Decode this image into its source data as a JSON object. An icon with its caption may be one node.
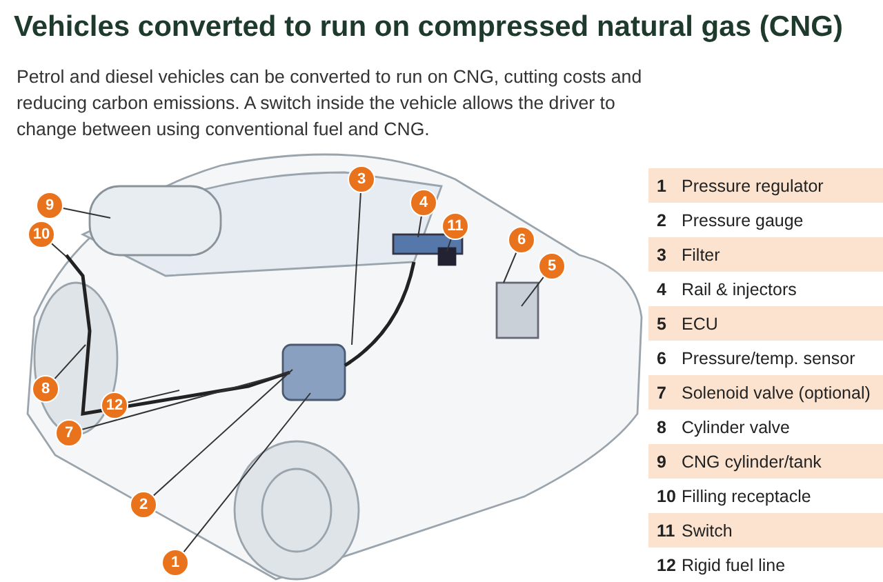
{
  "diagram": {
    "title": "Vehicles converted to run on compressed natural gas (CNG)",
    "nodes": [
      {
        "text": [
          "9"
        ]
      },
      {
        "text": [
          "10"
        ]
      },
      {
        "text": [
          "3"
        ]
      },
      {
        "text": [
          "4"
        ]
      },
      {
        "text": [
          "11"
        ]
      },
      {
        "text": [
          "6"
        ]
      },
      {
        "text": [
          "5"
        ]
      },
      {
        "text": [
          "8"
        ]
      },
      {
        "text": [
          "12"
        ]
      },
      {
        "text": [
          "7"
        ]
      },
      {
        "text": [
          "2"
        ]
      },
      {
        "text": [
          "1"
        ]
      }
    ],
    "edges": [
      {
        "from": 0,
        "to": null,
        "arrow": "none"
      },
      {
        "from": 1,
        "to": null,
        "arrow": "none"
      },
      {
        "from": 2,
        "to": null,
        "arrow": "none"
      },
      {
        "from": 3,
        "to": null,
        "arrow": "none"
      },
      {
        "from": 4,
        "to": null,
        "arrow": "none"
      },
      {
        "from": 5,
        "to": null,
        "arrow": "none"
      },
      {
        "from": 6,
        "to": null,
        "arrow": "none"
      },
      {
        "from": 7,
        "to": null,
        "arrow": "none"
      },
      {
        "from": 8,
        "to": null,
        "arrow": "none"
      },
      {
        "from": 9,
        "to": null,
        "arrow": "none"
      },
      {
        "from": 10,
        "to": null,
        "arrow": "none"
      },
      {
        "from": 11,
        "to": null,
        "arrow": "none"
      }
    ],
    "labels": [
      "Petrol and diesel vehicles can be converted to run on CNG, cutting costs and reducing carbon emissions. A switch inside the vehicle allows the driver to change between using conventional fuel and CNG.",
      "1",
      "Pressure regulator",
      "2",
      "Pressure gauge",
      "3",
      "Filter",
      "4",
      "Rail & injectors",
      "5",
      "ECU",
      "6",
      "Pressure/temp. sensor",
      "7",
      "Solenoid valve (optional)",
      "8",
      "Cylinder valve",
      "9",
      "CNG cylinder/tank",
      "10",
      "Filling receptacle",
      "11",
      "Switch",
      "12",
      "Rigid fuel line"
    ]
  }
}
